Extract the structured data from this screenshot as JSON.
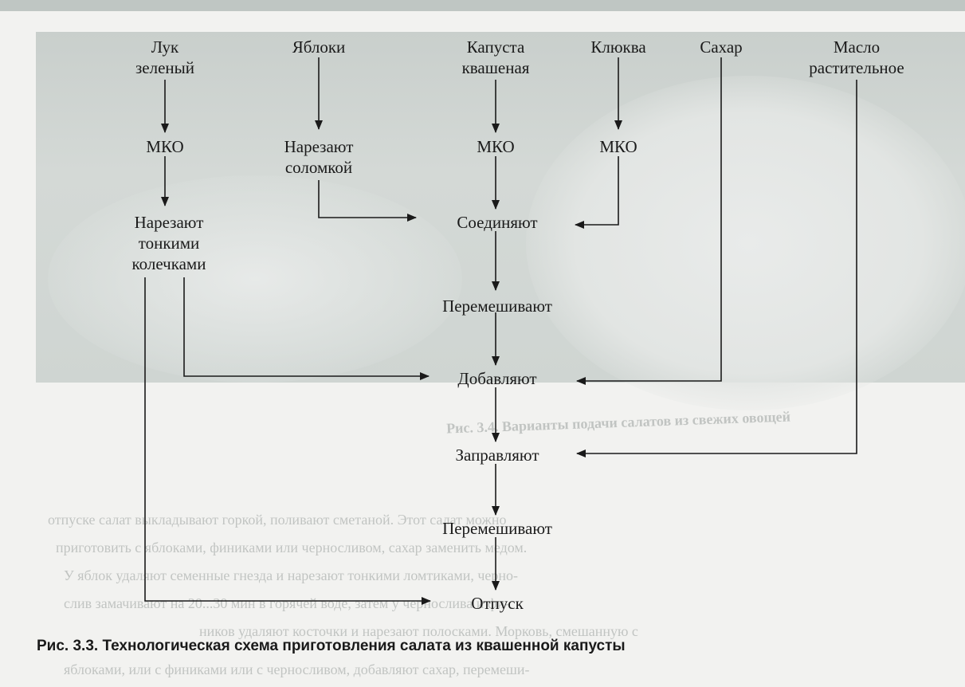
{
  "nodes": {
    "onion": "Лук\nзеленый",
    "apples": "Яблоки",
    "cabbage": "Капуста\nквашеная",
    "cranberry": "Клюква",
    "sugar": "Сахар",
    "oil": "Масло\nрастительное",
    "mko_onion": "МКО",
    "cut_apples": "Нарезают\nсоломкой",
    "mko_cabbage": "МКО",
    "mko_cranberry": "МКО",
    "cut_onion": "Нарезают\nтонкими\nколечками",
    "combine": "Соединяют",
    "mix1": "Перемешивают",
    "add": "Добавляют",
    "dress": "Заправляют",
    "mix2": "Перемешивают",
    "serve": "Отпуск"
  },
  "caption": "Рис. 3.3. Технологическая схема приготовления салата из квашенной капусты",
  "bleed_text": {
    "fig_34": "Рис. 3.4. Варианты подачи салатов из свежих овощей",
    "line1": "отпуске салат выкладывают горкой, поливают сметаной. Этот салат можно",
    "line2": "приготовить с яблоками, финиками или черносливом, сахар заменить медом.",
    "line3": "У яблок удаляют семенные гнезда и нарезают тонкими ломтиками, черно-",
    "line4": "слив замачивают на 20...30 мин в горячей воде, затем у чернослива и фи-",
    "line5": "ников удаляют косточки и нарезают полосками. Морковь, смешанную с",
    "line6": "яблоками, или с финиками или с черносливом, добавляют сахар, перемеши-"
  },
  "colors": {
    "line": "#1a1a1a",
    "background": "#f2f2f0",
    "photo_bg": "#cfd5d2"
  }
}
